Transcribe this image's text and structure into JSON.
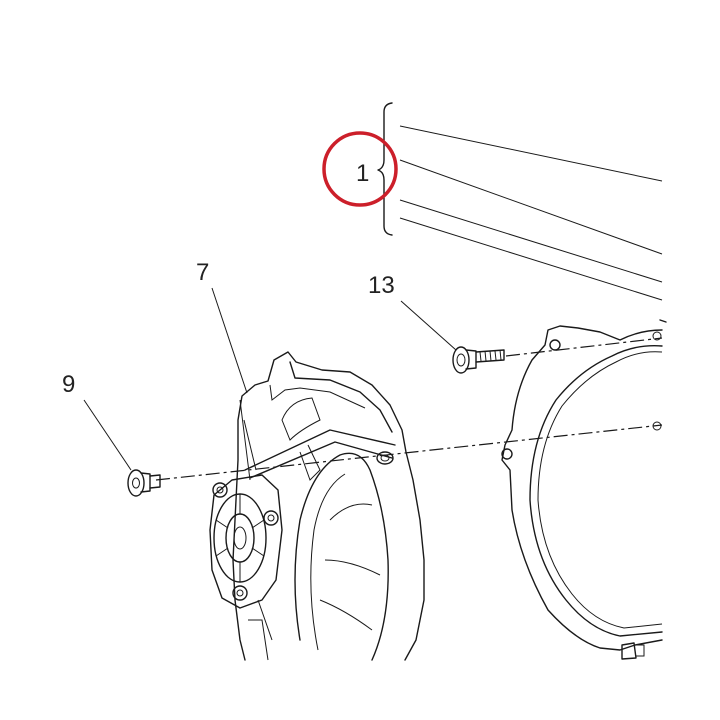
{
  "callouts": {
    "c1": "1",
    "c7": "7",
    "c9": "9",
    "c13": "13"
  },
  "colors": {
    "highlight_circle": "#cc1f2a",
    "line": "#1a1a1a",
    "background": "#ffffff"
  }
}
